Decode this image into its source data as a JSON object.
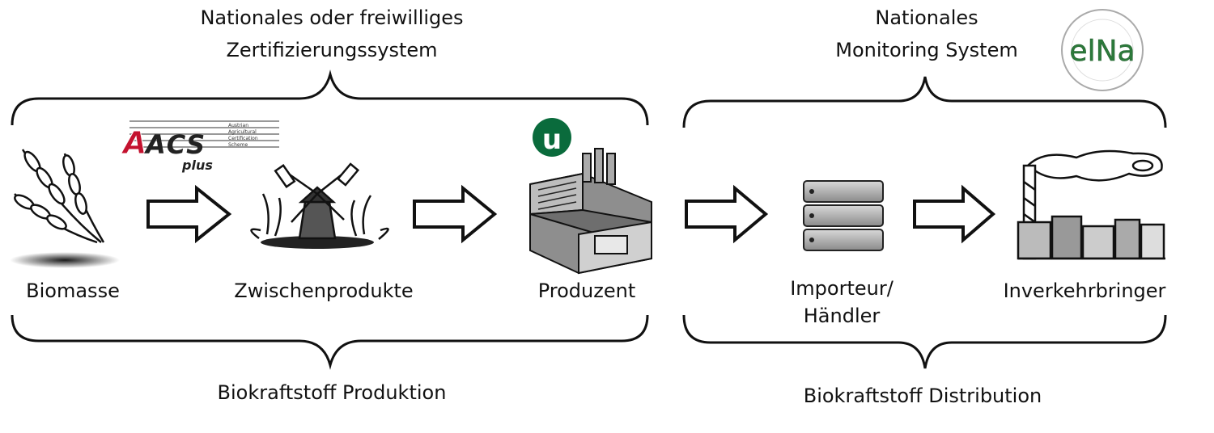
{
  "top_left_label": [
    "Nationales oder freiwilliges",
    "Zertifizierungssystem"
  ],
  "top_right_label": [
    "Nationales",
    "Monitoring System"
  ],
  "bottom_left_label": "Biokraftstoff Produktion",
  "bottom_right_label": "Biokraftstoff Distribution",
  "stages": [
    {
      "label": "Biomasse",
      "icon": "wheat-icon"
    },
    {
      "label": "Zwischenprodukte",
      "icon": "windmill-icon"
    },
    {
      "label": "Produzent",
      "icon": "factory-icon"
    },
    {
      "label": "Importeur/\nHändler",
      "icon": "database-stack-icon"
    },
    {
      "label": "Inverkehrbringer",
      "icon": "refinery-icon"
    }
  ],
  "logos": {
    "aacs": {
      "main": "AACS",
      "sub": "plus",
      "small": [
        "Austrian",
        "Agricultural",
        "Certification",
        "Scheme"
      ]
    },
    "u": "u",
    "elna": {
      "main": "elNa"
    }
  },
  "colors": {
    "aacs_red": "#c4122f",
    "u_green": "#0a6b3c",
    "line": "#111111"
  }
}
